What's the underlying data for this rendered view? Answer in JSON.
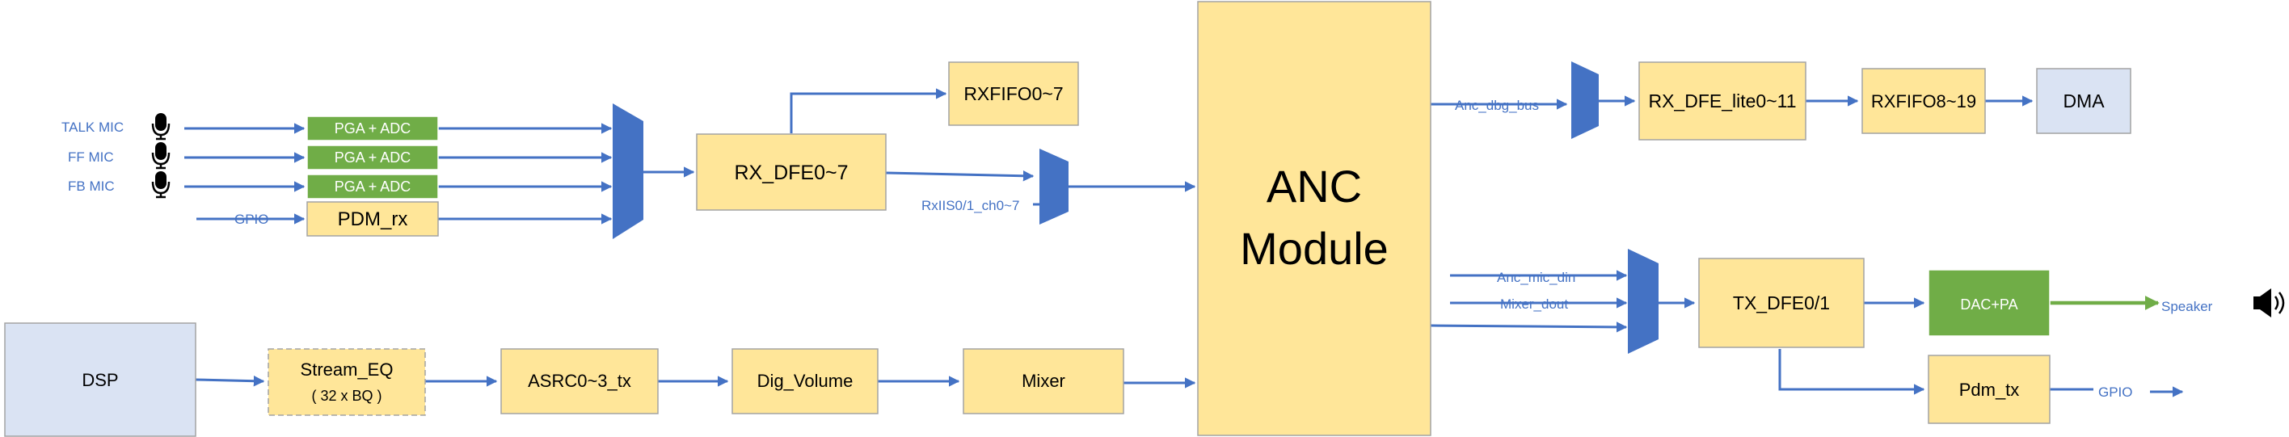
{
  "inputs": {
    "talk_mic": "TALK MIC",
    "ff_mic": "FF MIC",
    "fb_mic": "FB MIC",
    "gpio_in": "GPIO"
  },
  "blocks": {
    "pga_adc_1": "PGA + ADC",
    "pga_adc_2": "PGA + ADC",
    "pga_adc_3": "PGA + ADC",
    "pdm_rx": "PDM_rx",
    "rx_dfe": "RX_DFE0~7",
    "rxfifo_a": "RXFIFO0~7",
    "anc_line1": "ANC",
    "anc_line2": "Module",
    "rx_dfe_lite": "RX_DFE_lite0~11",
    "rxfifo_b": "RXFIFO8~19",
    "dma": "DMA",
    "tx_dfe": "TX_DFE0/1",
    "dac_pa": "DAC+PA",
    "pdm_tx": "Pdm_tx",
    "dsp": "DSP",
    "stream_eq_line1": "Stream_EQ",
    "stream_eq_line2": "( 32 x BQ )",
    "asrc": "ASRC0~3_tx",
    "dig_volume": "Dig_Volume",
    "mixer": "Mixer"
  },
  "signals": {
    "rxiis": "RxIIS0/1_ch0~7",
    "anc_dbg_bus": "Anc_dbg_bus",
    "anc_mic_din": "Anc_mic_din",
    "mixer_dout": "Mixer_dout",
    "gpio_out": "GPIO"
  },
  "outputs": {
    "speaker": "Speaker"
  },
  "colors": {
    "block_yellow": "#ffe699",
    "block_blue": "#dae3f3",
    "block_green": "#70ad47",
    "wire_blue": "#4472c4",
    "wire_green": "#70ad47"
  },
  "icons": [
    "microphone-icon",
    "speaker-icon"
  ]
}
